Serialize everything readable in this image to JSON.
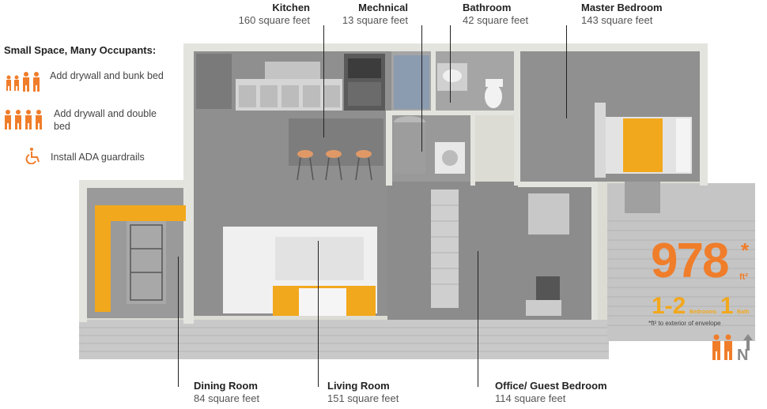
{
  "legend": {
    "title": "Small Space, Many Occupants:",
    "items": [
      {
        "icon": "bunk-bed-family-icon",
        "text": "Add drywall and bunk bed"
      },
      {
        "icon": "double-bed-family-icon",
        "text": "Add drywall and double bed"
      },
      {
        "icon": "wheelchair-icon",
        "text": "Install ADA guardrails"
      }
    ]
  },
  "rooms": {
    "kitchen": {
      "name": "Kitchen",
      "area": "160 square feet"
    },
    "mechanical": {
      "name": "Mechnical",
      "area": "13 square feet"
    },
    "bathroom": {
      "name": "Bathroom",
      "area": "42 square feet"
    },
    "master_bedroom": {
      "name": "Master Bedroom",
      "area": "143 square feet"
    },
    "dining_room": {
      "name": "Dining Room",
      "area": "84 square feet"
    },
    "living_room": {
      "name": "Living Room",
      "area": "151 square feet"
    },
    "office": {
      "name": "Office/ Guest Bedroom",
      "area": "114 square feet"
    }
  },
  "summary": {
    "total": "978",
    "asterisk": "*",
    "unit": "ft²",
    "bedrooms_value": "1-2",
    "bedrooms_label": "Bedrooms",
    "bath_value": "1",
    "bath_label": "Bath",
    "footnote": "*ft² to exterior of envelope",
    "north": "N"
  },
  "colors": {
    "accent_orange": "#f07d2a",
    "accent_yellow": "#f2a81d",
    "floor_gray": "#8f8f8f"
  }
}
